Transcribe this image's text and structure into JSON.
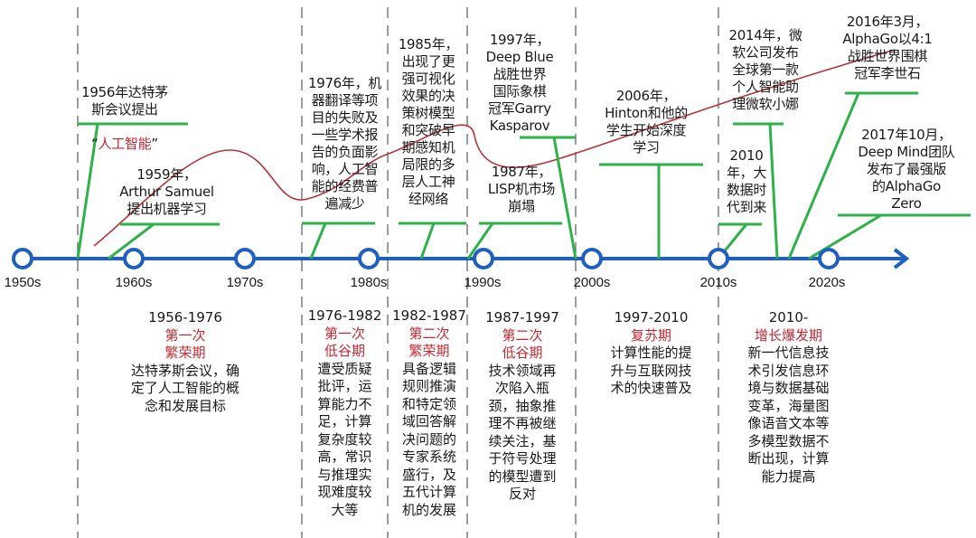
{
  "colors": {
    "axis": "#1f5fbf",
    "event_leader": "#2db24a",
    "trend_curve": "#b8323a",
    "period_name": "#c62832",
    "divider": "#555555",
    "text": "#1a1a1a"
  },
  "timeline": {
    "decades": [
      "1950s",
      "1960s",
      "1970s",
      "1980s",
      "1990s",
      "2000s",
      "2010s",
      "2020s"
    ]
  },
  "events": [
    {
      "id": "1956",
      "text": "1956年达特茅\n斯会议提出",
      "highlight_prefix": "“",
      "highlight": "人工智能",
      "highlight_suffix": "”"
    },
    {
      "id": "1959",
      "text": "1959年，\nArthur Samuel\n提出机器学习"
    },
    {
      "id": "1976",
      "text": "1976年，机\n器翻译等项\n目的失败及\n一些学术报\n告的负面影\n响，人工智\n能的经费普\n遍减少"
    },
    {
      "id": "1985",
      "text": "1985年，\n出现了更\n强可视化\n效果的决\n策树模型\n和突破早\n期感知机\n局限的多\n层人工神\n经网络"
    },
    {
      "id": "1997",
      "text": "1997年，\nDeep Blue\n战胜世界\n国际象棋\n冠军Garry\nKasparov"
    },
    {
      "id": "1987",
      "text": "1987年，\nLISP机市场\n崩塌"
    },
    {
      "id": "2006",
      "text": "2006年，\nHinton和他的\n学生开始深度\n学习"
    },
    {
      "id": "2014",
      "text": "2014年，微\n软公司发布\n全球第一款\n个人智能助\n理微软小娜"
    },
    {
      "id": "2010",
      "text": "2010\n年，大\n数据时\n代到来"
    },
    {
      "id": "2016",
      "text": "2016年3月，\nAlphaGo以4:1\n战胜世界围棋\n冠军李世石"
    },
    {
      "id": "2017",
      "text": "2017年10月，\nDeep Mind团队\n发布了最强版\n的AlphaGo\nZero"
    }
  ],
  "periods": [
    {
      "years": "1956-1976",
      "name": "第一次\n繁荣期",
      "desc": "达特茅斯会议，确\n定了人工智能的概\n念和发展目标"
    },
    {
      "years": "1976-1982",
      "name": "第一次\n低谷期",
      "desc": "遭受质疑\n批评，运\n算能力不\n足，计算\n复杂度较\n高，常识\n与推理实\n现难度较\n大等"
    },
    {
      "years": "1982-1987",
      "name": "第二次\n繁荣期",
      "desc": "具备逻辑\n规则推演\n和特定领\n域回答解\n决问题的\n专家系统\n盛行，及\n五代计算\n机的发展"
    },
    {
      "years": "1987-1997",
      "name": "第二次\n低谷期",
      "desc": "技术领域再\n次陷入瓶\n颈，抽象推\n理不再被继\n续关注，基\n于符号处理\n的模型遭到\n反对"
    },
    {
      "years": "1997-2010",
      "name": "复苏期",
      "desc": "计算性能的提\n升与互联网技\n术的快速普及"
    },
    {
      "years": "2010-",
      "name": "增长爆发期",
      "desc": "新一代信息技\n术引发信息环\n境与数据基础\n变革，海量图\n像语音文本等\n多模型数据不\n断出现，计算\n能力提高"
    }
  ]
}
